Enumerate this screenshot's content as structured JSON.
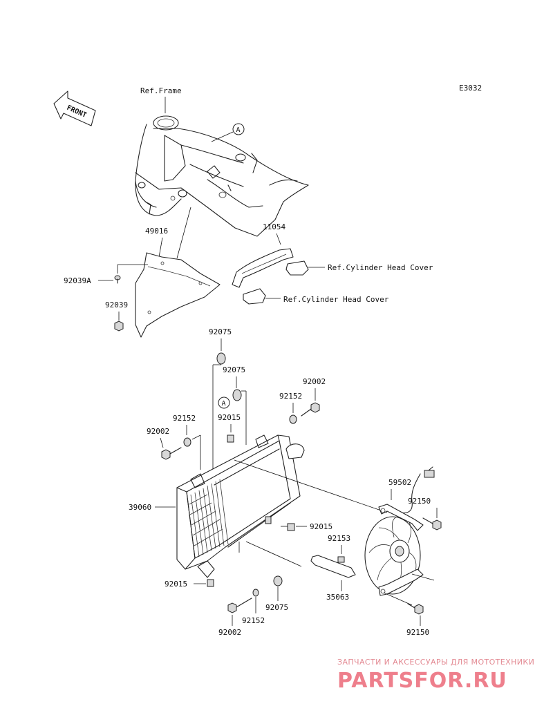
{
  "diagram_code": "E3032",
  "front_label": "FRONT",
  "callout_letter": "A",
  "labels": {
    "ref_frame": "Ref.Frame",
    "ref_cyl_head_1": "Ref.Cylinder Head Cover",
    "ref_cyl_head_2": "Ref.Cylinder Head Cover",
    "p49016": "49016",
    "p92039A": "92039A",
    "p92039": "92039",
    "p11054": "11054",
    "p92075_a": "92075",
    "p92075_b": "92075",
    "p92075_c": "92075",
    "p92002_a": "92002",
    "p92002_b": "92002",
    "p92002_c": "92002",
    "p92152_a": "92152",
    "p92152_b": "92152",
    "p92152_c": "92152",
    "p92015_a": "92015",
    "p92015_b": "92015",
    "p92015_c": "92015",
    "p39060": "39060",
    "p59502": "59502",
    "p92150_a": "92150",
    "p92150_b": "92150",
    "p92153": "92153",
    "p35063": "35063"
  },
  "watermark": {
    "tagline": "ЗАПЧАСТИ И АКСЕССУАРЫ ДЛЯ МОТОТЕХНИКИ",
    "brand": "PARTSFOR.RU"
  }
}
